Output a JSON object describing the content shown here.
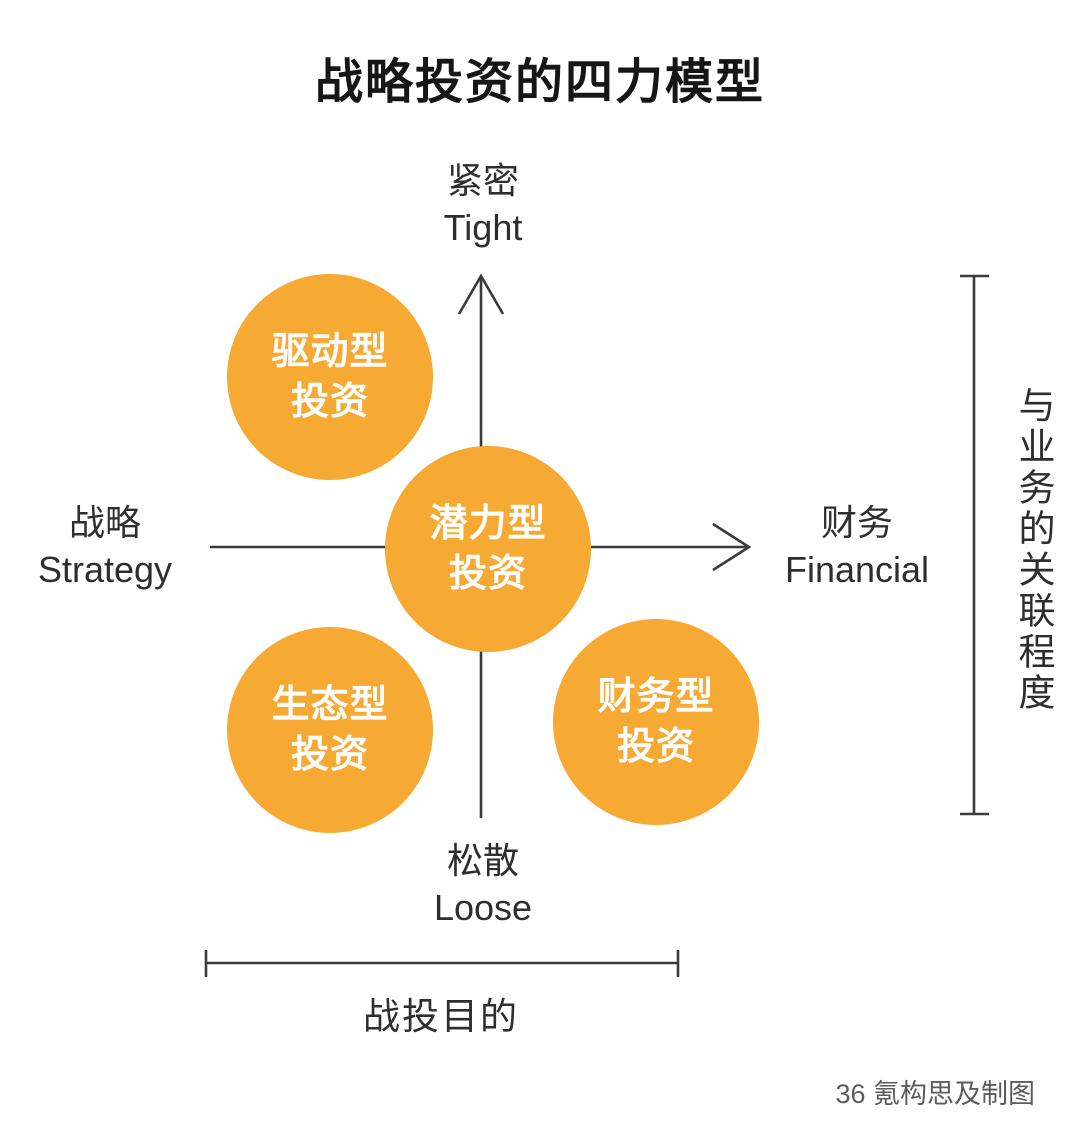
{
  "title": "战略投资的四力模型",
  "colors": {
    "circle": "#F6A933",
    "circle_text": "#FFFFFF",
    "line": "#3B3B3B",
    "label": "#2E2E2E",
    "footer_text": "#5C5C5C"
  },
  "axes": {
    "top": {
      "zh": "紧密",
      "en": "Tight"
    },
    "bottom": {
      "zh": "松散",
      "en": "Loose"
    },
    "left": {
      "zh": "战略",
      "en": "Strategy"
    },
    "right": {
      "zh": "财务",
      "en": "Financial"
    }
  },
  "circles": [
    {
      "id": "drive",
      "line1": "驱动型",
      "line2": "投资"
    },
    {
      "id": "potential",
      "line1": "潜力型",
      "line2": "投资"
    },
    {
      "id": "ecosystem",
      "line1": "生态型",
      "line2": "投资"
    },
    {
      "id": "financial",
      "line1": "财务型",
      "line2": "投资"
    }
  ],
  "right_bracket_label": "与业务的关联程度",
  "bottom_bracket_label": "战投目的",
  "footer": "36 氪构思及制图"
}
